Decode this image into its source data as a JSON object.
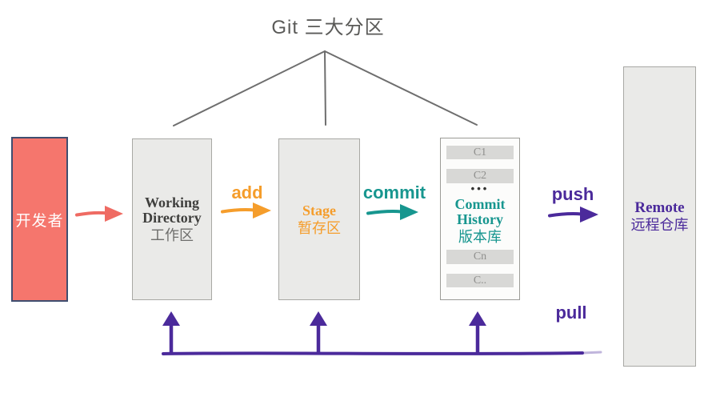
{
  "title": "Git 三大分区",
  "colors": {
    "background": "#ffffff",
    "title_text": "#5a5a58",
    "line_gray": "#6e6e6e",
    "salmon": "#f5766d",
    "salmon_border": "#3f4e70",
    "box_fill": "#eaeae8",
    "box_border": "#a8a8a4",
    "history_fill": "#fcfcfb",
    "history_border": "#9b9b97",
    "item_fill": "#d8d8d6",
    "item_text": "#8f8f8d",
    "dark_serif": "#3f3f3d",
    "gray_serif": "#6e6e6c",
    "orange": "#f59d2b",
    "teal": "#17968f",
    "purple": "#4b2a9b",
    "pink_arrow": "#ef6b63",
    "dots_text": "#333331",
    "white_text": "#ffffff"
  },
  "nodes": {
    "developer": {
      "label": "开发者"
    },
    "working": {
      "title": "Working Directory",
      "subtitle": "工作区"
    },
    "stage": {
      "title": "Stage",
      "subtitle": "暂存区"
    },
    "history": {
      "title_line1": "Commit",
      "title_line2": "History",
      "subtitle": "版本库",
      "dots": "•••",
      "commits_top": [
        "C1",
        "C2"
      ],
      "commits_bottom": [
        "Cn",
        "C.."
      ]
    },
    "remote": {
      "title": "Remote",
      "subtitle": "远程仓库"
    }
  },
  "flow_labels": {
    "add": "add",
    "commit": "commit",
    "push": "push",
    "pull": "pull"
  }
}
